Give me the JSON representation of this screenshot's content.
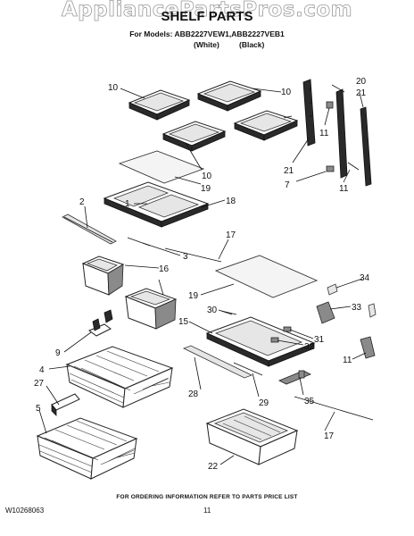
{
  "watermark": "AppliancePartsPros.com",
  "title": "SHELF PARTS",
  "models_line": "For Models: ABB2227VEW1,ABB2227VEB1",
  "variant_white": "(White)",
  "variant_black": "(Black)",
  "footer_note": "FOR ORDERING INFORMATION REFER TO PARTS PRICE LIST",
  "document_number": "W10268063",
  "page_number": "11",
  "callouts": {
    "c10a": "10",
    "c10b": "10",
    "c10c": "10",
    "c20": "20",
    "c21a": "21",
    "c11a": "11",
    "c21b": "21",
    "c7": "7",
    "c11b": "11",
    "c19a": "19",
    "c18": "18",
    "c1": "1",
    "c2": "2",
    "c3": "3",
    "c17a": "17",
    "c16": "16",
    "c19b": "19",
    "c30": "30",
    "c15": "15",
    "c34": "34",
    "c33": "33",
    "c31": "31",
    "c32": "32",
    "c11c": "11",
    "c9": "9",
    "c4": "4",
    "c28": "28",
    "c29": "29",
    "c27": "27",
    "c35": "35",
    "c17b": "17",
    "c5": "5",
    "c22": "22"
  },
  "colors": {
    "line": "#111111",
    "watermark_outline": "#9a9a9a",
    "dark_part": "#2a2a2a"
  }
}
